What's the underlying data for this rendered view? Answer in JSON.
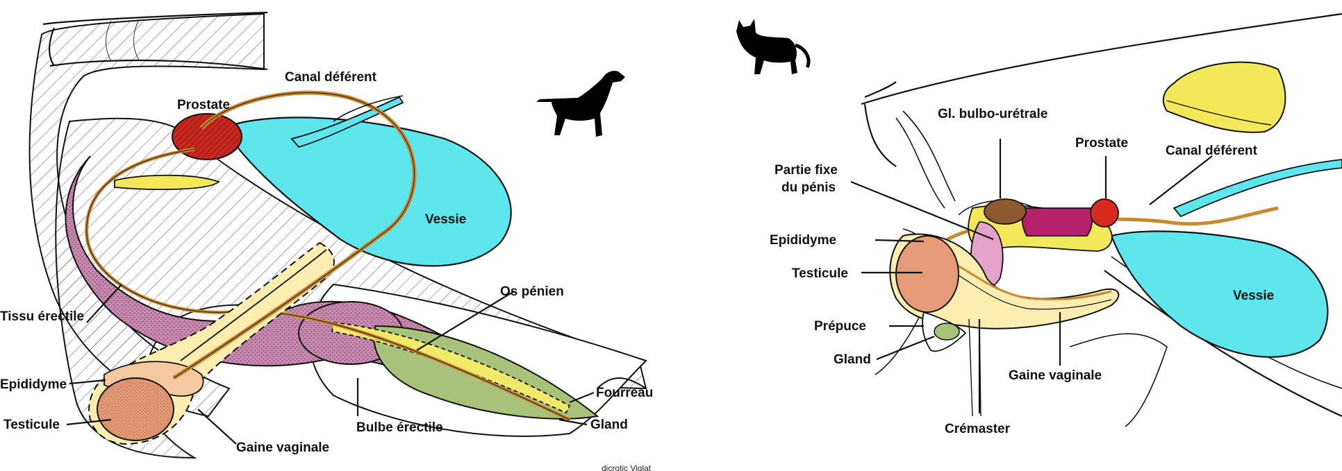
{
  "dog_diagram": {
    "labels": {
      "canal_deferent": "Canal déférent",
      "prostate": "Prostate",
      "vessie": "Vessie",
      "tissu_erectile": "Tissu érectile",
      "os_penien": "Os pénien",
      "epididyme": "Epididyme",
      "testicule": "Testicule",
      "gaine_vaginale": "Gaine vaginale",
      "bulbe_erectile": "Bulbe érectile",
      "fourreau": "Fourreau",
      "gland": "Gland"
    },
    "credit": "dicrotic Viglat",
    "silhouette_icon": "dog-silhouette-icon"
  },
  "cat_diagram": {
    "labels": {
      "gl_bulbo_uretrale": "Gl. bulbo-urétrale",
      "prostate": "Prostate",
      "canal_deferent": "Canal déférent",
      "partie_fixe_line1": "Partie fixe",
      "partie_fixe_line2": "du pénis",
      "epididyme": "Epididyme",
      "testicule": "Testicule",
      "prepuce": "Prépuce",
      "gland": "Gland",
      "gaine_vaginale": "Gaine vaginale",
      "cremaster": "Crémaster",
      "vessie": "Vessie"
    },
    "silhouette_icon": "cat-silhouette-icon"
  },
  "colors": {
    "bladder": "#5ee6ef",
    "prostate": "#c8281e",
    "erectile": "#c98ab0",
    "testis": "#e59a78",
    "epididymis": "#f5c9a0",
    "vaginal_sheath": "#fbeeb0",
    "duct": "#c98a2e",
    "os_penis": "#f0e96a",
    "glans": "#a9c27a",
    "bulbourethral": "#8c5a2e",
    "urethral_muscle": "#b5206a",
    "yellow_gland": "#f2e85a",
    "pink_tissue": "#e3a3c8"
  }
}
